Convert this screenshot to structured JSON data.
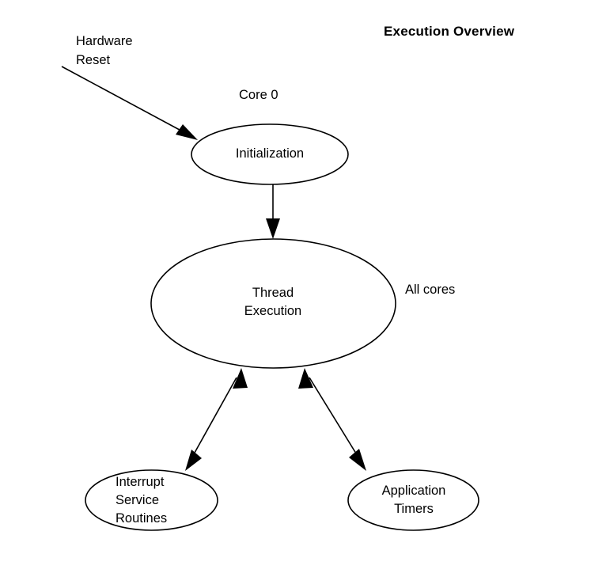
{
  "title": "Execution Overview",
  "labels": {
    "hardware_reset": "Hardware\nReset",
    "core0": "Core 0",
    "all_cores": "All cores"
  },
  "nodes": {
    "initialization": "Initialization",
    "thread_execution": "Thread\nExecution",
    "isr": "Interrupt\nService\nRoutines",
    "app_timers": "Application\nTimers"
  },
  "colors": {
    "stroke": "#000000",
    "fill": "#ffffff",
    "text": "#000000",
    "background": "#ffffff"
  }
}
